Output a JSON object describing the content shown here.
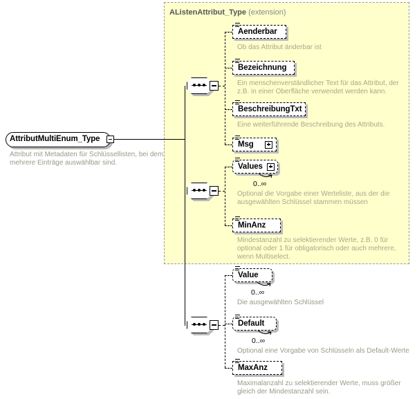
{
  "diagram": {
    "kind": "xsd-schema-diagram",
    "root": {
      "name": "AttributMultiEnum_Type",
      "description": "Attribut mit Metadaten für Schlüssellisten, bei dem mehrere Einträge auswählbar sind.",
      "control": "minus"
    },
    "extension": {
      "base_name": "AListenAttribut_Type",
      "kind_label": "(extension)",
      "background": "#ffffcc"
    },
    "groups": [
      {
        "id": "group-extension-sequence-1",
        "compositor": "sequence",
        "elements": [
          {
            "name": "Aenderbar",
            "description": "Ob das Attribut änderbar ist",
            "shape": "square",
            "expandable": false,
            "occurrence": ""
          },
          {
            "name": "Bezeichnung",
            "description": "Ein menschenverständlicher Text für das Attribut, der z.B. in einer Oberfläche verwendet werden kann.",
            "shape": "square",
            "expandable": false,
            "occurrence": ""
          },
          {
            "name": "BeschreibungTxt",
            "description": "Eine weiterführende Beschreibung des Attributs.",
            "shape": "square",
            "expandable": false,
            "occurrence": ""
          },
          {
            "name": "Msg",
            "description": "",
            "shape": "square",
            "expandable": true,
            "occurrence": ""
          }
        ]
      },
      {
        "id": "group-extension-sequence-2",
        "compositor": "sequence",
        "elements": [
          {
            "name": "Values",
            "description": "Optional die Vorgabe einer Werteliste, aus der die ausgewählten Schlüssel stammen müssen",
            "shape": "rounded",
            "expandable": true,
            "occurrence": "0..∞"
          },
          {
            "name": "MinAnz",
            "description": "Mindestanzahl zu selektierender Werte, z.B. 0 für optional oder 1 für obligatorisch oder auch mehrere, wenn Multiselect.",
            "shape": "square",
            "expandable": false,
            "occurrence": ""
          }
        ]
      },
      {
        "id": "group-own-sequence",
        "compositor": "sequence",
        "elements": [
          {
            "name": "Value",
            "description": "Die ausgewählten Schlüssel",
            "shape": "rounded",
            "expandable": false,
            "occurrence": "0..∞"
          },
          {
            "name": "Default",
            "description": "Optional eine Vorgabe von Schlüsseln als Default-Werte",
            "shape": "rounded",
            "expandable": false,
            "occurrence": "0..∞"
          },
          {
            "name": "MaxAnz",
            "description": "Maximalanzahl zu selektierender Werte, muss größer gleich der Mindestanzahl sein.",
            "shape": "square",
            "expandable": false,
            "occurrence": ""
          }
        ]
      }
    ]
  }
}
